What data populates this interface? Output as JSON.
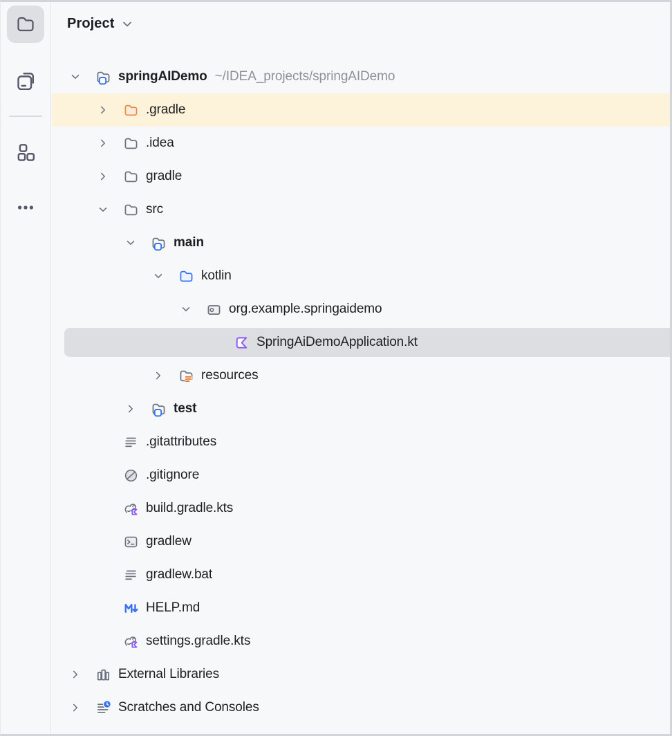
{
  "window": {
    "title": "Project"
  },
  "sidebar": {
    "buttons": [
      {
        "id": "project",
        "icon": "sb-project",
        "active": true
      },
      {
        "id": "windows",
        "icon": "sb-windows",
        "active": false
      },
      {
        "id": "structure",
        "icon": "sb-structure",
        "active": false
      },
      {
        "id": "more",
        "icon": "sb-more",
        "active": false
      }
    ]
  },
  "tree": {
    "rows": [
      {
        "label": "springAIDemo",
        "path_suffix": "~/IDEA_projects/springAIDemo",
        "level": 0,
        "chevron": "down",
        "icon": "module-folder",
        "bold": true
      },
      {
        "label": ".gradle",
        "level": 1,
        "chevron": "right",
        "icon": "excluded-folder",
        "highlight": "yellow"
      },
      {
        "label": ".idea",
        "level": 1,
        "chevron": "right",
        "icon": "folder"
      },
      {
        "label": "gradle",
        "level": 1,
        "chevron": "right",
        "icon": "folder"
      },
      {
        "label": "src",
        "level": 1,
        "chevron": "down",
        "icon": "folder"
      },
      {
        "label": "main",
        "level": 2,
        "chevron": "down",
        "icon": "module-folder",
        "bold": true
      },
      {
        "label": "kotlin",
        "level": 3,
        "chevron": "down",
        "icon": "source-folder"
      },
      {
        "label": "org.example.springaidemo",
        "level": 4,
        "chevron": "down",
        "icon": "package"
      },
      {
        "label": "SpringAiDemoApplication.kt",
        "level": 5,
        "chevron": "none",
        "icon": "kotlin-file",
        "selected": true
      },
      {
        "label": "resources",
        "level": 3,
        "chevron": "right",
        "icon": "resources-folder"
      },
      {
        "label": "test",
        "level": 2,
        "chevron": "right",
        "icon": "module-folder",
        "bold": true
      },
      {
        "label": ".gitattributes",
        "level": 1,
        "chevron": "none",
        "icon": "text-file"
      },
      {
        "label": ".gitignore",
        "level": 1,
        "chevron": "none",
        "icon": "ignore-file"
      },
      {
        "label": "build.gradle.kts",
        "level": 1,
        "chevron": "none",
        "icon": "gradle-kts"
      },
      {
        "label": "gradlew",
        "level": 1,
        "chevron": "none",
        "icon": "shell-script"
      },
      {
        "label": "gradlew.bat",
        "level": 1,
        "chevron": "none",
        "icon": "text-file"
      },
      {
        "label": "HELP.md",
        "level": 1,
        "chevron": "none",
        "icon": "markdown-file"
      },
      {
        "label": "settings.gradle.kts",
        "level": 1,
        "chevron": "none",
        "icon": "gradle-kts"
      },
      {
        "label": "External Libraries",
        "level": 0,
        "chevron": "right",
        "icon": "libraries"
      },
      {
        "label": "Scratches and Consoles",
        "level": 0,
        "chevron": "right",
        "icon": "scratches"
      }
    ]
  },
  "colors": {
    "accent_blue": "#3574F0",
    "kotlin_purple": "#8B57F5",
    "gradle_orange": "#E98B43",
    "highlight_yellow": "#FCF3DA",
    "selection_gray": "#DCDEE1",
    "panel_bg": "#F7F8FA",
    "text": "#1D1E22",
    "muted_text": "#8E9099"
  }
}
